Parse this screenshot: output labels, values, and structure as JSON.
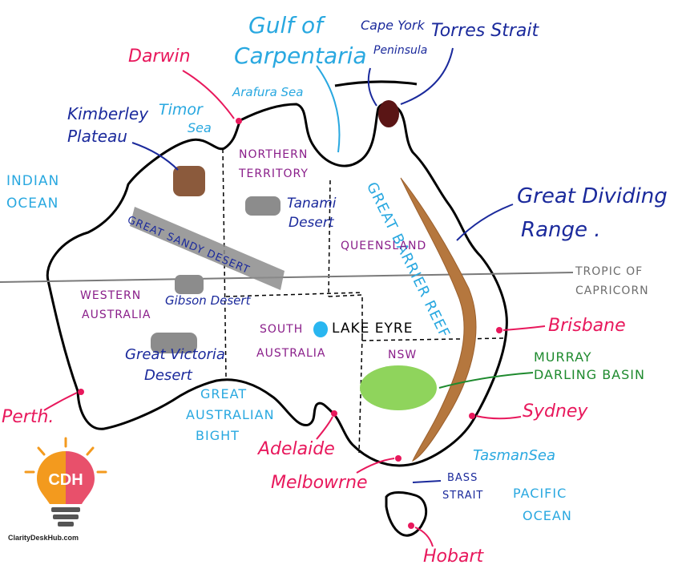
{
  "colors": {
    "outline": "#000000",
    "water_label": "#29a8e0",
    "city_label": "#e8185c",
    "state_label": "#8a1e8a",
    "feature_label": "#1b2a9c",
    "desert_fill": "#8c8c8c",
    "range_fill": "#b5773e",
    "basin_fill": "#8fd45c",
    "basin_label": "#1e8a2e",
    "lake_fill": "#29b6f0",
    "tropic_line": "#7a7a7a",
    "tropic_label": "#6d6d6d",
    "kimberley_fill": "#8b5a3c",
    "capeyork_fill": "#5a1515",
    "logo_orange": "#f39a1e",
    "logo_pink": "#e8506b"
  },
  "cities": {
    "darwin": "Darwin",
    "perth": "Perth.",
    "adelaide": "Adelaide",
    "melbourne": "Melbowrne",
    "sydney": "Sydney",
    "brisbane": "Brisbane",
    "hobart": "Hobart"
  },
  "water": {
    "gulf_line1": "Gulf of",
    "gulf_line2": "Carpentaria",
    "arafura": "Arafura Sea",
    "timor_line1": "Timor",
    "timor_line2": "Sea",
    "indian_line1": "INDIAN",
    "indian_line2": "OCEAN",
    "gab_line1": "GREAT",
    "gab_line2": "AUSTRALIAN",
    "gab_line3": "BIGHT",
    "tasman": "TasmanSea",
    "pacific_line1": "PACIFIC",
    "pacific_line2": "OCEAN",
    "torres": "Torres Strait",
    "reef": "GREAT BARRIER REEF"
  },
  "states": {
    "nt_line1": "NORTHERN",
    "nt_line2": "TERRITORY",
    "qld": "QUEENSLAND",
    "wa_line1": "WESTERN",
    "wa_line2": "AUSTRALIA",
    "sa_line1": "SOUTH",
    "sa_line2": "AUSTRALIA",
    "nsw": "NSW"
  },
  "features": {
    "cape_york_line1": "Cape York",
    "cape_york_line2": "Peninsula",
    "kimberley_line1": "Kimberley",
    "kimberley_line2": "Plateau",
    "great_sandy": "GREAT SANDY DESERT",
    "gibson": "Gibson Desert",
    "tanami_line1": "Tanami",
    "tanami_line2": "Desert",
    "gvd_line1": "Great Victoria",
    "gvd_line2": "Desert",
    "lake_eyre": "LAKE EYRE",
    "gdr_line1": "Great Dividing",
    "gdr_line2": "Range .",
    "murray_line1": "MURRAY",
    "murray_line2": "DARLING BASIN",
    "bass_line1": "BASS",
    "bass_line2": "STRAIT",
    "tropic_line1": "TROPIC OF",
    "tropic_line2": "CAPRICORN"
  },
  "logo": {
    "initials": "CDH",
    "site": "ClarityDeskHub.com"
  }
}
